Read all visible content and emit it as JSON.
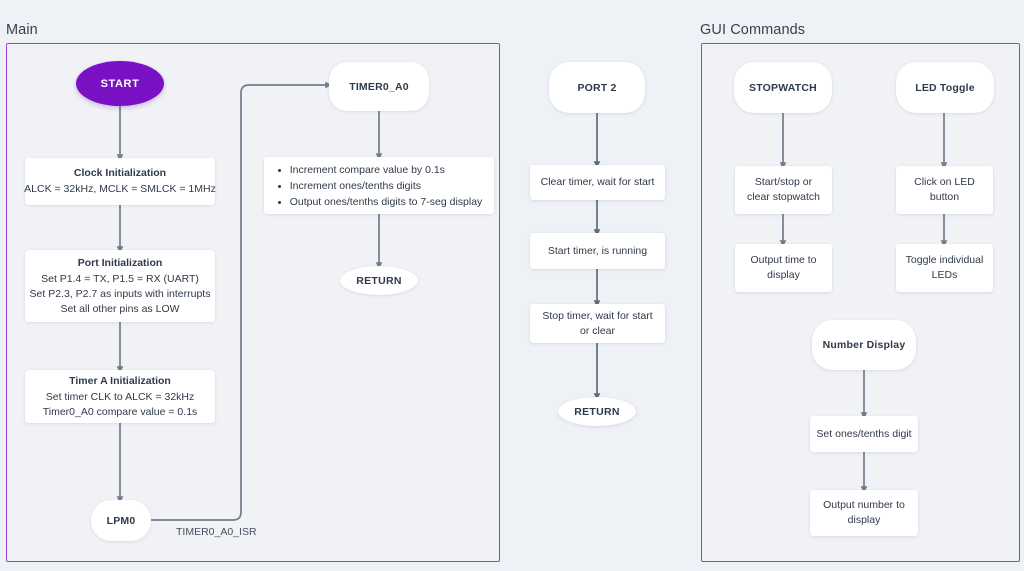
{
  "groups": [
    {
      "title": "Main"
    },
    {
      "title": "GUI Commands"
    }
  ],
  "colors": {
    "background": "#eef1f5",
    "panel_border": "#9b3fd6",
    "start_fill": "#7a11c4",
    "arrow": "#5d6b7d",
    "node_text": "#2f3a4a",
    "node_fill": "#ffffff"
  },
  "main_flow": {
    "start": "START",
    "clock_init": {
      "title": "Clock Initialization",
      "lines": [
        "ALCK = 32kHz, MCLK = SMLCK = 1MHz"
      ]
    },
    "port_init": {
      "title": "Port Initialization",
      "lines": [
        "Set P1.4 = TX, P1.5 = RX (UART)",
        "Set P2.3, P2.7 as inputs with interrupts",
        "Set all other pins as LOW"
      ]
    },
    "timer_init": {
      "title": "Timer A Initialization",
      "lines": [
        "Set timer CLK to ALCK = 32kHz",
        "Timer0_A0 compare value = 0.1s"
      ]
    },
    "lpm0": "LPM0",
    "isr_label": "TIMER0_A0_ISR"
  },
  "timer_isr_flow": {
    "header": "TIMER0_A0",
    "bullets": [
      "Increment compare value by 0.1s",
      "Increment ones/tenths digits",
      "Output ones/tenths digits to 7-seg display"
    ],
    "return": "RETURN"
  },
  "port2_flow": {
    "header": "PORT 2",
    "steps": [
      {
        "lines": [
          "Clear timer, wait for start"
        ]
      },
      {
        "lines": [
          "Start timer, is running"
        ]
      },
      {
        "lines": [
          "Stop timer, wait for start",
          "or clear"
        ]
      }
    ],
    "return": "RETURN"
  },
  "gui_flows": {
    "stopwatch": {
      "header": "STOPWATCH",
      "steps": [
        {
          "lines": [
            "Start/stop or",
            "clear stopwatch"
          ]
        },
        {
          "lines": [
            "Output time to",
            "display"
          ]
        }
      ]
    },
    "led_toggle": {
      "header": "LED Toggle",
      "steps": [
        {
          "lines": [
            "Click on LED",
            "button"
          ]
        },
        {
          "lines": [
            "Toggle individual",
            "LEDs"
          ]
        }
      ]
    },
    "number_display": {
      "header": "Number Display",
      "steps": [
        {
          "lines": [
            "Set ones/tenths digit"
          ]
        },
        {
          "lines": [
            "Output number to",
            "display"
          ]
        }
      ]
    }
  }
}
